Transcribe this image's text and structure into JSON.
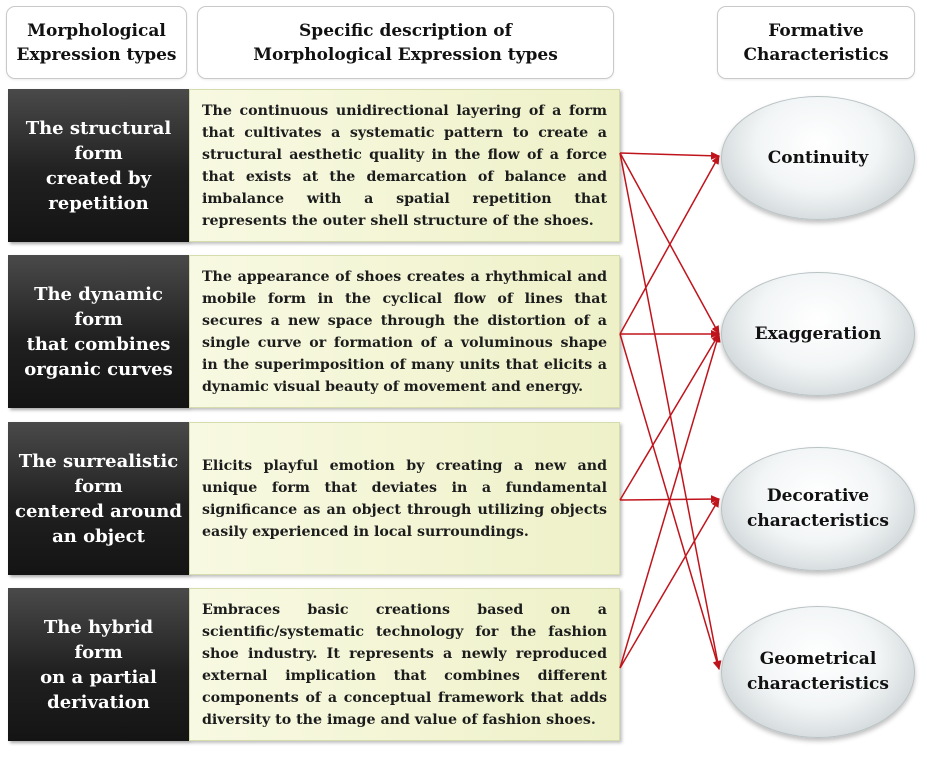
{
  "headers": {
    "types": "Morphological\nExpression types",
    "description": "Specific description of\nMorphological Expression types",
    "characteristics": "Formative\nCharacteristics"
  },
  "rows": [
    {
      "type": "The structural\nform\ncreated by\nrepetition",
      "description": "The continuous unidirectional layering of a form that cultivates a systematic pattern to create a structural aesthetic quality in the flow of a force that exists at the demarcation of balance and imbalance with a spatial repetition that represents the outer shell structure of the shoes."
    },
    {
      "type": "The dynamic\nform\nthat combines\norganic curves",
      "description": "The appearance of shoes creates a rhythmical and mobile form in the cyclical flow of lines that secures a new space through the distortion of a single curve or formation of a voluminous shape in the superimposition of many units that elicits a dynamic visual beauty of movement and energy."
    },
    {
      "type": "The surrealistic\nform\ncentered around\nan object",
      "description": "Elicits playful emotion by creating a new and unique form that deviates in a fundamental significance as an object through utilizing objects easily experienced in local surroundings."
    },
    {
      "type": "The hybrid\nform\non a partial\nderivation",
      "description": "Embraces basic creations based on a scientific/systematic technology for the fashion shoe industry. It represents a newly reproduced external implication that combines different components of a conceptual framework that adds diversity to the image and value of fashion shoes."
    }
  ],
  "characteristics": [
    "Continuity",
    "Exaggeration",
    "Decorative\ncharacteristics",
    "Geometrical\ncharacteristics"
  ],
  "connections": [
    [
      0,
      0
    ],
    [
      0,
      1
    ],
    [
      0,
      3
    ],
    [
      1,
      0
    ],
    [
      1,
      1
    ],
    [
      1,
      3
    ],
    [
      2,
      1
    ],
    [
      2,
      2
    ],
    [
      3,
      1
    ],
    [
      3,
      2
    ]
  ],
  "colors": {
    "arrow": "#c0141c",
    "type_box": "#1c1c1c",
    "description_box": "#f1f3d2"
  }
}
